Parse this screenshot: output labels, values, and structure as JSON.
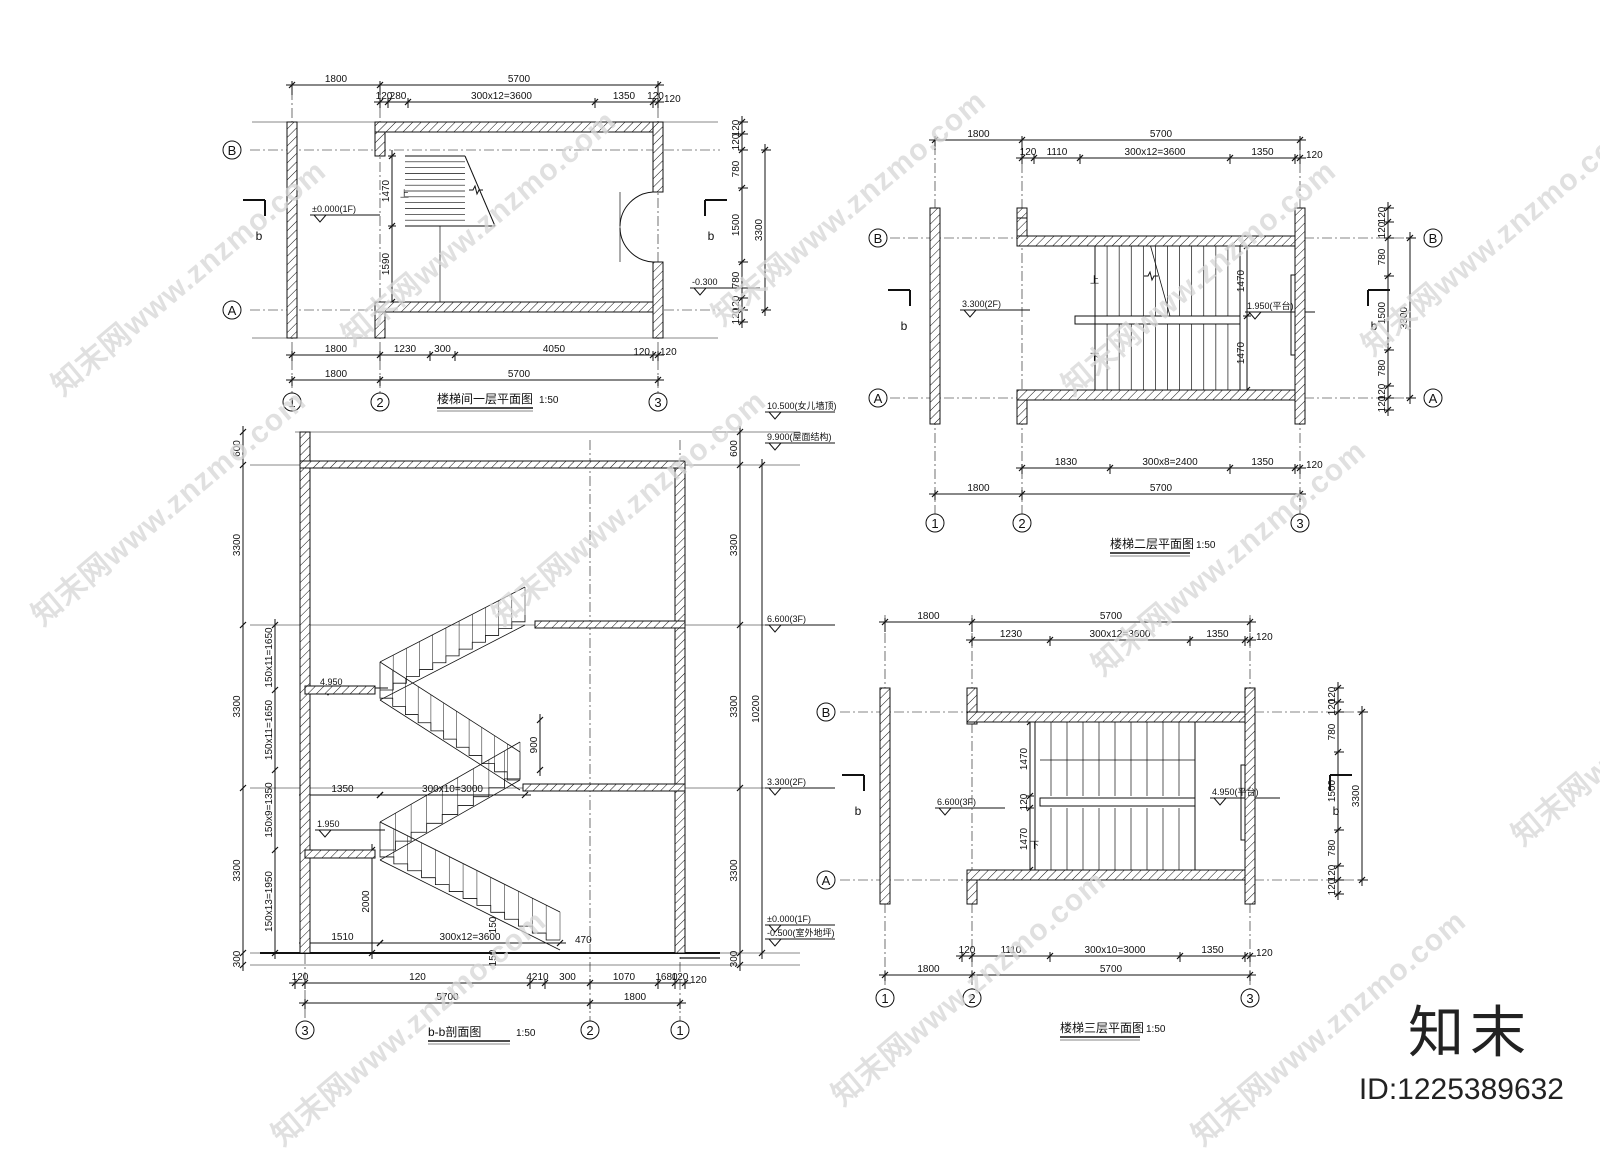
{
  "titles": {
    "plan1": "楼梯间一层平面图",
    "plan2": "楼梯二层平面图",
    "plan3": "楼梯三层平面图",
    "section": "b-b剖面图",
    "scale": "1:50"
  },
  "grid": {
    "g1": "1",
    "g2": "2",
    "g3": "3",
    "gA": "A",
    "gB": "B",
    "cut": "b"
  },
  "plan1": {
    "top1": "1800",
    "top2": "5700",
    "top_sub": [
      "120",
      "280",
      "300x12=3600",
      "1350",
      "120"
    ],
    "bot_sub": [
      "1800",
      "1230",
      "300",
      "4050",
      "120",
      "120"
    ],
    "bot1": "1800",
    "bot2": "5700",
    "right": [
      "120",
      "120",
      "780",
      "1500",
      "780",
      "120",
      "120",
      "3300"
    ],
    "left": [
      "1470",
      "1590"
    ],
    "elev": "±0.000(1F)",
    "elev2": "-0.300",
    "up": "上"
  },
  "plan2": {
    "top1": "1800",
    "top2": "5700",
    "top_sub": [
      "120",
      "1110",
      "300x12=3600",
      "1350",
      "120"
    ],
    "bot_sub": [
      "1830",
      "300x8=2400",
      "1350",
      "120"
    ],
    "bot1": "1800",
    "bot2": "5700",
    "right": [
      "120",
      "120",
      "780",
      "1500",
      "780",
      "120",
      "120",
      "3300"
    ],
    "mid": [
      "1470",
      "1470"
    ],
    "elev": "3.300(2F)",
    "landing": "1.950(平台)",
    "up": "上",
    "down": "下"
  },
  "plan3": {
    "top1": "1800",
    "top2": "5700",
    "top_sub": [
      "1230",
      "300x12=3600",
      "1350",
      "120"
    ],
    "bot_sub": [
      "120",
      "1110",
      "300x10=3000",
      "1350",
      "120"
    ],
    "bot1": "1800",
    "bot2": "5700",
    "right": [
      "120",
      "120",
      "780",
      "1500",
      "780",
      "120",
      "120",
      "3300"
    ],
    "mid": [
      "1470",
      "120",
      "1470"
    ],
    "elev": "6.600(3F)",
    "landing": "4.950(平台)",
    "down": "下"
  },
  "section": {
    "levels": [
      "10.500(女儿墙顶)",
      "9.900(屋面结构)",
      "6.600(3F)",
      "3.300(2F)",
      "±0.000(1F)",
      "-0.500(室外地坪)"
    ],
    "left": [
      "600",
      "3300",
      "3300",
      "3300",
      "300"
    ],
    "left_inner": [
      "150x11=1650",
      "150x11=1650",
      "150x9=1350",
      "150x13=1950"
    ],
    "right": [
      "600",
      "3300",
      "3300",
      "3300",
      "300"
    ],
    "total": "10200",
    "landings": [
      "4.950",
      "1.950"
    ],
    "inner": [
      "900",
      "1350",
      "300x10=3000",
      "2000",
      "150",
      "1510",
      "300x12=3600",
      "470",
      "150"
    ],
    "bottom": [
      "120",
      "120",
      "4210",
      "300",
      "1070",
      "1680",
      "120",
      "120"
    ],
    "bot2": [
      "5700",
      "1800"
    ]
  },
  "watermark": "知末网www.znzmo.com",
  "brand": "知末",
  "id": "ID:1225389632"
}
